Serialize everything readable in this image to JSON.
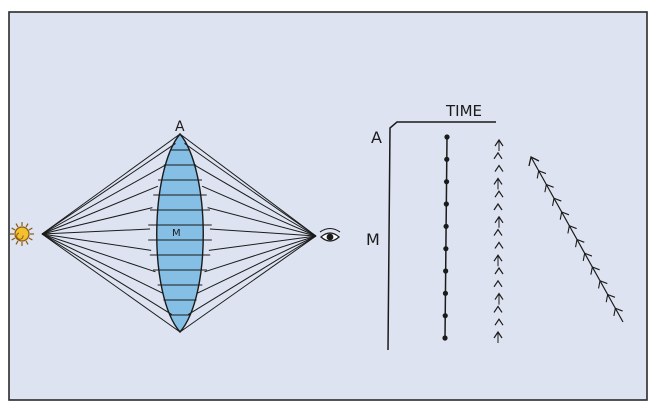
{
  "colors": {
    "panel_fill": "#dde3f1",
    "panel_border": "#2a2a2a",
    "lens_fill": "#86bfe6",
    "ink": "#1b1b1b",
    "sun_fill": "#f3c130",
    "sun_outline": "#8a5a10"
  },
  "icons": {
    "light_source": "sun-icon",
    "observer": "eye-icon"
  },
  "lens_diagram": {
    "top_label": "A",
    "center_label": "M",
    "ray_count": 11
  },
  "time_chart": {
    "header": "TIME",
    "axis_top_label": "A",
    "axis_middle_label": "M",
    "dot_column_points": 10,
    "arrow_column_count": 16,
    "diagonal_arrow_count": 11
  }
}
